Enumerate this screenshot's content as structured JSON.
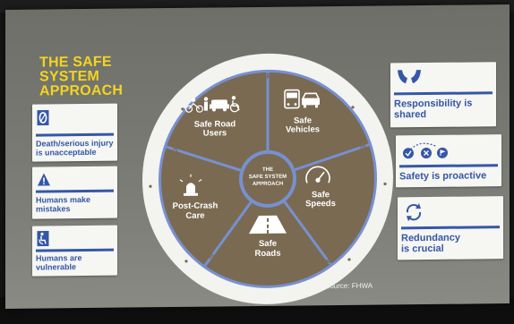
{
  "slide": {
    "title_line1": "THE SAFE SYSTEM",
    "title_line2": "APPROACH",
    "source": "Source: FHWA"
  },
  "ring_text": {
    "top": "DEATH/SERIOUS INJURY IS UNACCEPTABLE",
    "right_upper": "HUMANS MAKE MISTAKES",
    "right_lower": "HUMANS ARE VULNERABLE",
    "bottom": "RESPONSIBILITY IS SHARED",
    "left_lower": "SAFETY IS PROACTIVE",
    "left_upper": "REDUNDANCY IS CRUCIAL"
  },
  "wheel": {
    "center_line1": "THE",
    "center_line2": "SAFE SYSTEM",
    "center_line3": "APPROACH",
    "segments": [
      {
        "line1": "Safe Road",
        "line2": "Users",
        "icon": "road-users-icon"
      },
      {
        "line1": "Safe",
        "line2": "Vehicles",
        "icon": "vehicles-icon"
      },
      {
        "line1": "Safe",
        "line2": "Speeds",
        "icon": "speedometer-icon"
      },
      {
        "line1": "Safe",
        "line2": "Roads",
        "icon": "road-icon"
      },
      {
        "line1": "Post-Crash",
        "line2": "Care",
        "icon": "siren-icon"
      }
    ]
  },
  "left_cards": [
    {
      "line1": "Death/serious injury",
      "line2": "is unacceptable",
      "icon": "zero-icon"
    },
    {
      "line1": "Humans make",
      "line2": "mistakes",
      "icon": "warning-icon"
    },
    {
      "line1": "Humans are",
      "line2": "vulnerable",
      "icon": "vulnerable-person-icon"
    }
  ],
  "right_cards": [
    {
      "line1": "Responsibility is",
      "line2": "shared",
      "icon": "hands-icon"
    },
    {
      "line1": "Safety is proactive",
      "line2": "",
      "icon": "process-icon"
    },
    {
      "line1": "Redundancy",
      "line2": "is crucial",
      "icon": "cycle-arrows-icon"
    }
  ],
  "colors": {
    "title": "#f2d422",
    "card_text": "#3557a8",
    "wheel_segment": "#7a6a52",
    "wheel_divider": "#7790d0"
  }
}
